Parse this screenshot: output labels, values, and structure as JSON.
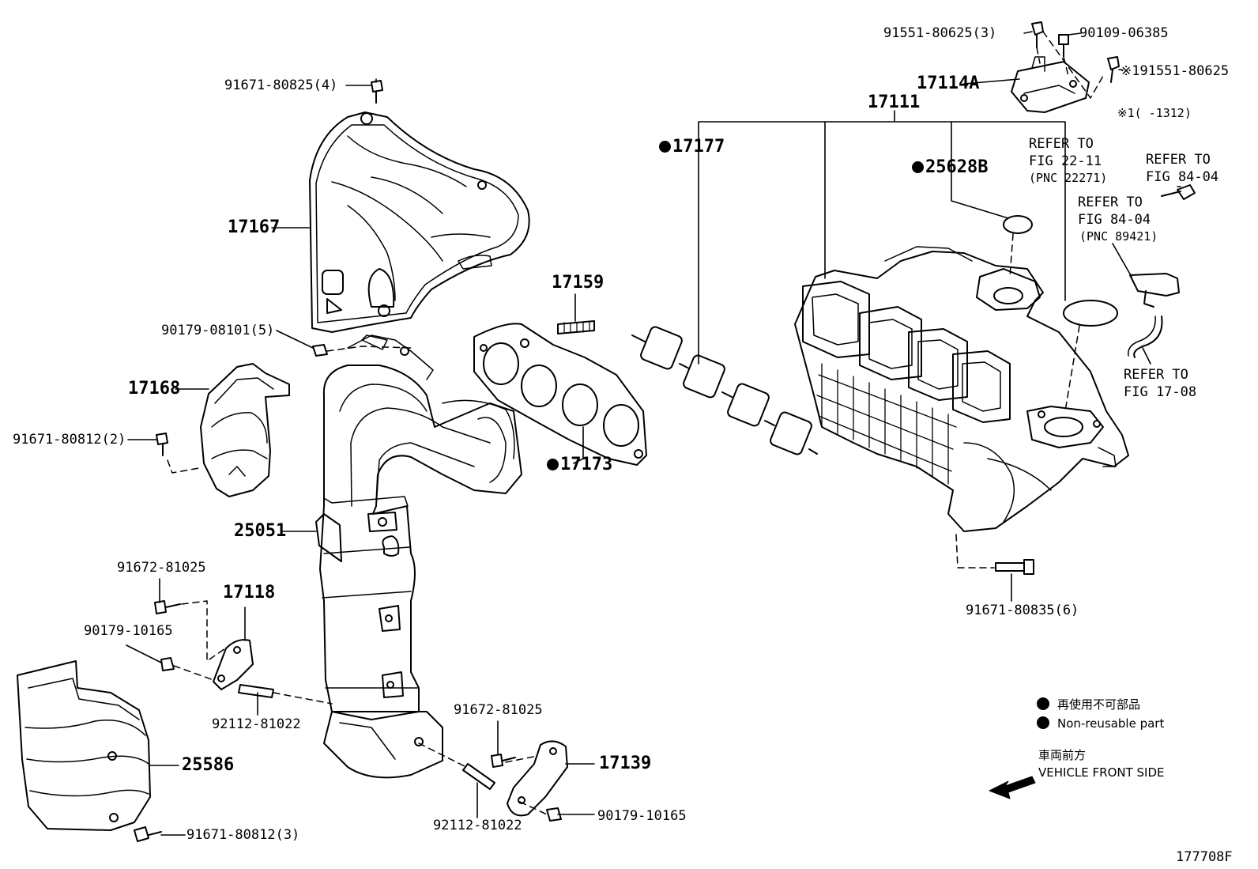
{
  "labels": {
    "p91551_80625_3": "91551-80625(3)",
    "p90109_06385": "90109-06385",
    "p17114A": "17114A",
    "p191551_80625": "※191551-80625",
    "p1312": "※1(    -1312)",
    "p17111": "17111",
    "p91671_80825_4": "91671-80825(4)",
    "p17177": "17177",
    "p25628B": "25628B",
    "refer_22_11_a": "REFER TO",
    "refer_22_11_b": "FIG 22-11",
    "refer_22_11_c": "(PNC 22271)",
    "refer_84_04_top_a": "REFER TO",
    "refer_84_04_top_b": "FIG 84-04",
    "refer_84_04_mid_a": "REFER TO",
    "refer_84_04_mid_b": "FIG 84-04",
    "refer_84_04_mid_c": "(PNC 89421)",
    "p17167": "17167",
    "p17159": "17159",
    "p90179_08101_5": "90179-08101(5)",
    "p17168": "17168",
    "p91671_80812_2": "91671-80812(2)",
    "refer_17_08_a": "REFER TO",
    "refer_17_08_b": "FIG 17-08",
    "p17173": "17173",
    "p25051": "25051",
    "p91671_80835_6": "91671-80835(6)",
    "p91672_81025_a": "91672-81025",
    "p17118": "17118",
    "p90179_10165_a": "90179-10165",
    "p92112_81022_a": "92112-81022",
    "p91672_81025_b": "91672-81025",
    "p17139": "17139",
    "p25586": "25586",
    "p90179_10165_b": "90179-10165",
    "p92112_81022_b": "92112-81022",
    "p91671_80812_3": "91671-80812(3)"
  },
  "legend": {
    "jp": "再使用不可部品",
    "en": "Non-reusable part"
  },
  "front": {
    "jp": "車両前方",
    "en": "VEHICLE FRONT SIDE"
  },
  "figure_id": "177708F"
}
